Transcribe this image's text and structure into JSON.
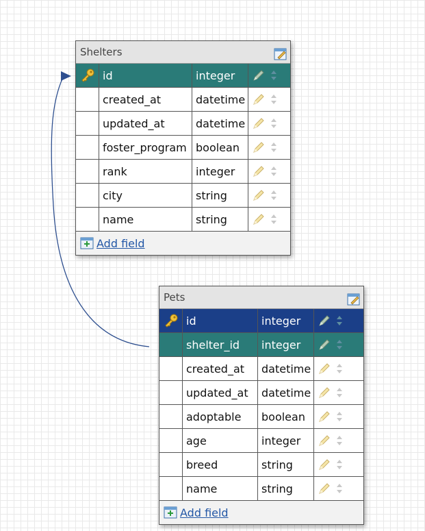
{
  "tables": [
    {
      "name": "Shelters",
      "fields": [
        {
          "name": "id",
          "type": "integer",
          "style": "pk"
        },
        {
          "name": "created_at",
          "type": "datetime",
          "style": "normal"
        },
        {
          "name": "updated_at",
          "type": "datetime",
          "style": "normal"
        },
        {
          "name": "foster_program",
          "type": "boolean",
          "style": "normal"
        },
        {
          "name": "rank",
          "type": "integer",
          "style": "normal"
        },
        {
          "name": "city",
          "type": "string",
          "style": "normal"
        },
        {
          "name": "name",
          "type": "string",
          "style": "normal"
        }
      ],
      "add_label": "Add field"
    },
    {
      "name": "Pets",
      "fields": [
        {
          "name": "id",
          "type": "integer",
          "style": "pk2"
        },
        {
          "name": "shelter_id",
          "type": "integer",
          "style": "fk"
        },
        {
          "name": "created_at",
          "type": "datetime",
          "style": "normal"
        },
        {
          "name": "updated_at",
          "type": "datetime",
          "style": "normal"
        },
        {
          "name": "adoptable",
          "type": "boolean",
          "style": "normal"
        },
        {
          "name": "age",
          "type": "integer",
          "style": "normal"
        },
        {
          "name": "breed",
          "type": "string",
          "style": "normal"
        },
        {
          "name": "name",
          "type": "string",
          "style": "normal"
        }
      ],
      "add_label": "Add field"
    }
  ],
  "relation": {
    "from": "Pets.shelter_id",
    "to": "Shelters.id"
  },
  "colors": {
    "pk": "#2a7b78",
    "pk2": "#1b3f88",
    "link": "#2357a6",
    "connector": "#2e4f8f"
  },
  "icons": [
    "key-icon",
    "pencil-icon",
    "move-arrows-icon",
    "edit-table-icon",
    "add-field-icon"
  ]
}
